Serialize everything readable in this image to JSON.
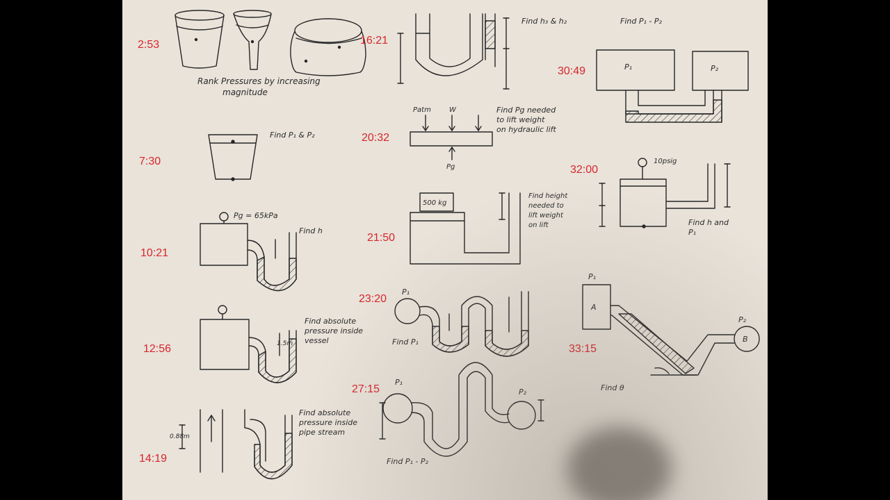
{
  "timestamps": {
    "t1": "2:53",
    "t2": "7:30",
    "t3": "10:21",
    "t4": "12:56",
    "t5": "14:19",
    "t6": "16:21",
    "t7": "20:32",
    "t8": "21:50",
    "t9": "23:20",
    "t10": "27:15",
    "t11": "30:49",
    "t12": "32:00",
    "t13": "33:15"
  },
  "notes": {
    "rank_line1": "Rank Pressures by increasing",
    "rank_line2": "magnitude",
    "find_p1_p2": "Find P₁ & P₂",
    "find_h": "Find h",
    "pg_gauge": "Pg = 65kPa",
    "find_abs_vessel": "Find absolute\npressure inside\nvessel",
    "h_1_5m": "1.5m",
    "find_abs_pipe": "Find absolute\npressure inside\npipe stream",
    "h_0_88m": "0.88m",
    "find_h3_h2": "Find h₃ & h₂",
    "find_pg_lift": "Find Pg needed\nto lift weight\non hydraulic lift",
    "patm": "Patm",
    "w": "W",
    "pg": "Pg",
    "mass": "500 kg",
    "find_height_lift": "Find height\nneeded to\nlift weight\non lift",
    "find_p1_u": "Find P₁",
    "find_p1_minus_p2_b": "Find P₁ - P₂",
    "find_p1_minus_p2_top": "Find P₁ - P₂",
    "p1": "P₁",
    "p2": "P₂",
    "psig": "10psig",
    "find_h_and_p1": "Find h and\nP₁",
    "a_label": "A",
    "b_label": "B",
    "find_theta": "Find θ"
  }
}
